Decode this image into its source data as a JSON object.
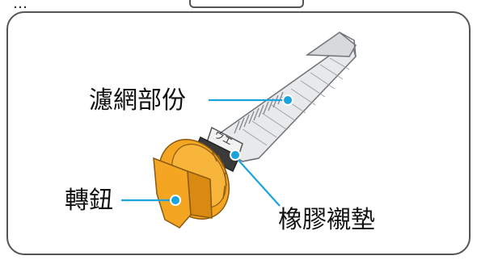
{
  "header": {
    "partial_text": "…"
  },
  "labels": {
    "filter": "濾網部份",
    "knob": "轉鈕",
    "gasket": "橡膠襯墊",
    "cap_mark": "ウエ"
  },
  "colors": {
    "leader": "#1aa3dc",
    "knob": "#f4a623",
    "knob_dark": "#d98a10",
    "frame": "#555555"
  }
}
